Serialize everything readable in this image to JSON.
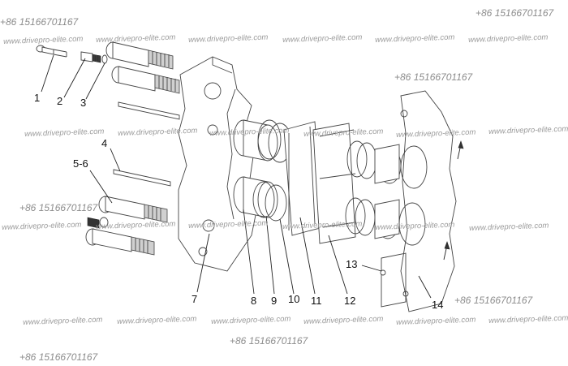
{
  "part_labels": {
    "p1": "1",
    "p2": "2",
    "p3": "3",
    "p4": "4",
    "p56": "5-6",
    "p7": "7",
    "p8": "8",
    "p9": "9",
    "p10": "10",
    "p11": "11",
    "p12": "12",
    "p13": "13",
    "p14": "14"
  },
  "watermarks": {
    "phone": "+86 15166701167",
    "url": "www.drivepro-elite.com"
  }
}
